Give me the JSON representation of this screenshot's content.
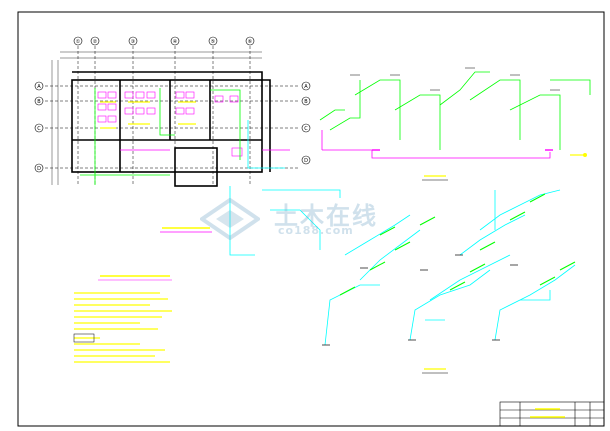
{
  "drawing": {
    "background": "#ffffff",
    "line_color_main": "#000000",
    "line_color_wall": "#000000",
    "line_color_pipe_green": "#00ff00",
    "line_color_pipe_magenta": "#ff00ff",
    "line_color_pipe_cyan": "#00ffff",
    "line_color_text_yellow": "#ffff00",
    "line_color_red": "#ff0000"
  },
  "watermark": {
    "text_cn": "土木在线",
    "text_en": "co188.com"
  },
  "grid_bubbles": {
    "top": [
      "①",
      "②",
      "③",
      "④",
      "⑤",
      "⑥"
    ],
    "left": [
      "A",
      "B",
      "C",
      "D"
    ],
    "right": [
      "A",
      "B",
      "C",
      "D"
    ]
  }
}
